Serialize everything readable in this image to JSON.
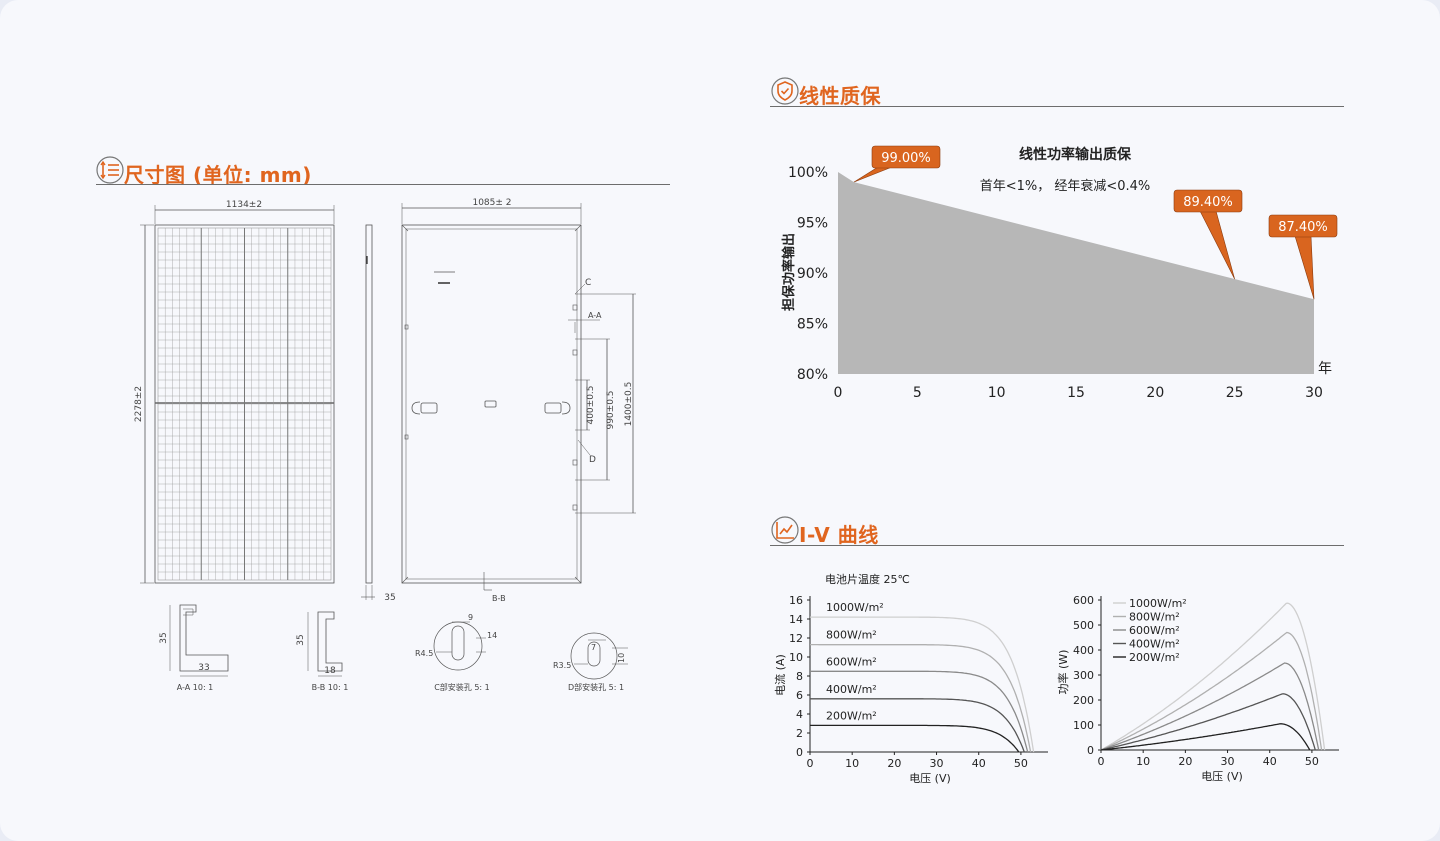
{
  "sections": {
    "dimension": {
      "title": "尺寸图 (单位: mm)",
      "icon": "list-icon"
    },
    "warranty": {
      "title": "线性质保",
      "icon": "shield-check-icon"
    },
    "iv": {
      "title": "I-V 曲线",
      "icon": "line-chart-icon"
    }
  },
  "drawing": {
    "front_width": "1134±2",
    "front_height": "2278±2",
    "back_width": "1085± 2",
    "side_thickness": "35",
    "marker_c": "C",
    "marker_aa": "A-A",
    "marker_d": "D",
    "marker_bb": "B-B",
    "dim_400": "400±0.5",
    "dim_990": "990±0.5",
    "dim_1400": "1400±0.5",
    "aa_h": "35",
    "aa_w": "33",
    "aa_caption": "A-A 10: 1",
    "bb_h": "35",
    "bb_w": "18",
    "bb_caption": "B-B 10: 1",
    "c_9": "9",
    "c_14": "14",
    "c_r": "R4.5",
    "c_caption": "C部安装孔 5: 1",
    "d_7": "7",
    "d_10": "10",
    "d_r": "R3.5",
    "d_caption": "D部安装孔 5: 1"
  },
  "chart_data": [
    {
      "type": "area",
      "title": "线性功率输出质保",
      "subtitle": "首年<1%， 经年衰减<0.4%",
      "ylabel": "担保功率输出",
      "xlabel": "年",
      "x": [
        0,
        1,
        30
      ],
      "y": [
        100,
        99.0,
        87.4
      ],
      "xlim": [
        0,
        30
      ],
      "ylim": [
        80,
        100
      ],
      "xticks": [
        0,
        5,
        10,
        15,
        20,
        25,
        30
      ],
      "yticks": [
        "80%",
        "85%",
        "90%",
        "95%",
        "100%"
      ],
      "fill_color": "#b7b7b7",
      "callout_color": "#d9651f",
      "annotations": [
        {
          "x": 1,
          "y": 99.0,
          "label": "99.00%"
        },
        {
          "x": 25,
          "y": 89.4,
          "label": "89.40%"
        },
        {
          "x": 30,
          "y": 87.4,
          "label": "87.40%"
        }
      ]
    },
    {
      "type": "line",
      "title": "电池片温度 25℃",
      "xlabel": "电压 (V)",
      "ylabel": "电流 (A)",
      "xlim": [
        0,
        55
      ],
      "ylim": [
        0,
        16
      ],
      "xticks": [
        0,
        10,
        20,
        30,
        40,
        50
      ],
      "yticks": [
        0,
        2,
        4,
        6,
        8,
        10,
        12,
        14,
        16
      ],
      "series": [
        {
          "name": "1000W/m²",
          "isc": 14.2,
          "voc": 53,
          "color": "#cfcfcf"
        },
        {
          "name": "800W/m²",
          "isc": 11.3,
          "voc": 52.3,
          "color": "#b0b0b0"
        },
        {
          "name": "600W/m²",
          "isc": 8.5,
          "voc": 51.6,
          "color": "#8a8a8a"
        },
        {
          "name": "400W/m²",
          "isc": 5.6,
          "voc": 50.8,
          "color": "#555555"
        },
        {
          "name": "200W/m²",
          "isc": 2.8,
          "voc": 49.5,
          "color": "#222222"
        }
      ]
    },
    {
      "type": "line",
      "xlabel": "电压 (V)",
      "ylabel": "功率 (W)",
      "xlim": [
        0,
        55
      ],
      "ylim": [
        0,
        600
      ],
      "xticks": [
        0,
        10,
        20,
        30,
        40,
        50
      ],
      "yticks": [
        0,
        100,
        200,
        300,
        400,
        500,
        600
      ],
      "series": [
        {
          "name": "1000W/m²",
          "pmax": 588,
          "vmp": 44,
          "voc": 53,
          "color": "#cfcfcf"
        },
        {
          "name": "800W/m²",
          "pmax": 470,
          "vmp": 44,
          "voc": 52.3,
          "color": "#b0b0b0"
        },
        {
          "name": "600W/m²",
          "pmax": 348,
          "vmp": 43.5,
          "voc": 51.6,
          "color": "#8a8a8a"
        },
        {
          "name": "400W/m²",
          "pmax": 225,
          "vmp": 43,
          "voc": 50.8,
          "color": "#555555"
        },
        {
          "name": "200W/m²",
          "pmax": 105,
          "vmp": 42.5,
          "voc": 49.5,
          "color": "#222222"
        }
      ]
    }
  ]
}
